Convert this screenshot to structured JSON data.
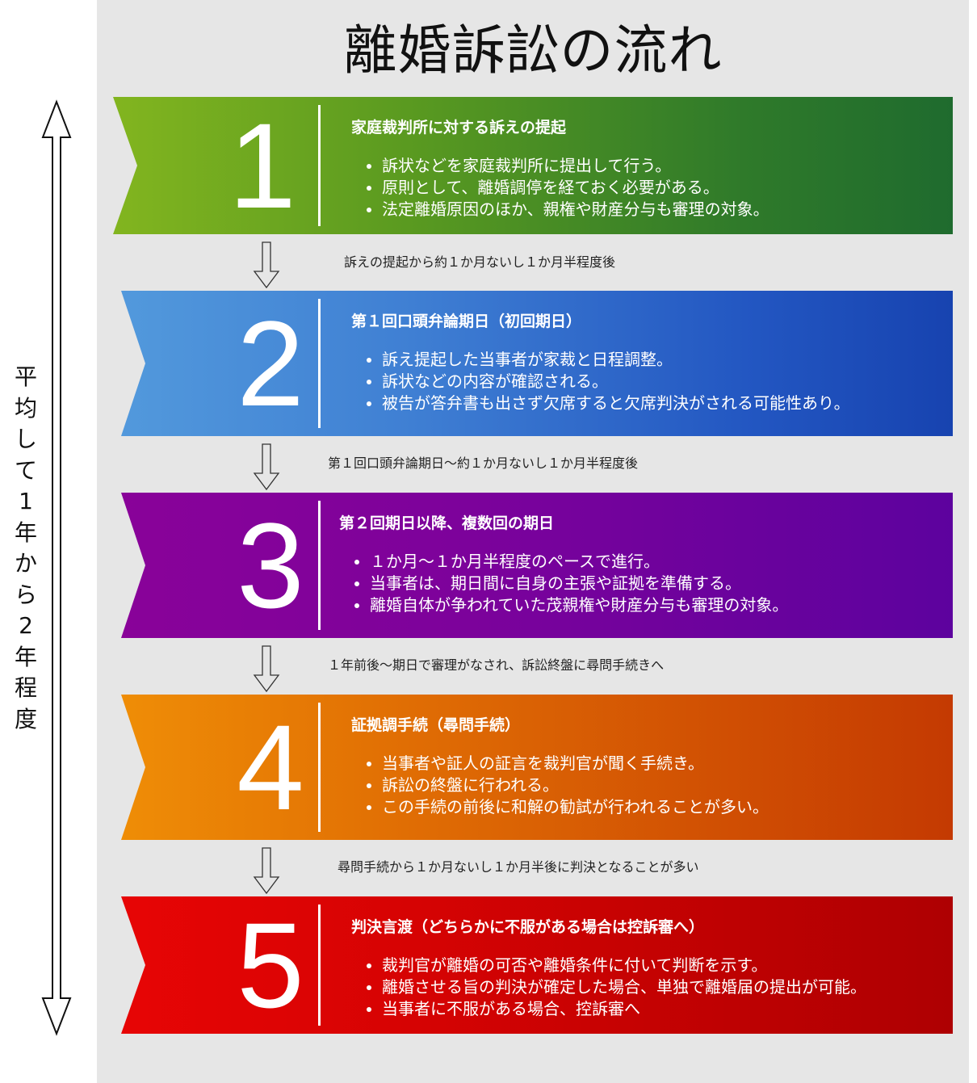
{
  "title": "離婚訴訟の流れ",
  "side_label": {
    "chars": [
      "平",
      "均",
      "し",
      "て",
      "1",
      "年",
      "か",
      "ら",
      "2",
      "年",
      "程",
      "度"
    ],
    "text": "平均して1年から2年程度",
    "icon": "double-headed-arrow-icon"
  },
  "colors": {
    "background_panel": "#e6e6e6",
    "step1": [
      "#82b51f",
      "#1f6b2e"
    ],
    "step2": [
      "#5299dc",
      "#1743b0"
    ],
    "step3": [
      "#890299",
      "#5d029e"
    ],
    "step4": [
      "#ef8d06",
      "#c43a02"
    ],
    "step5": [
      "#e70505",
      "#ae0002"
    ]
  },
  "steps": [
    {
      "number": "1",
      "heading": "家庭裁判所に対する訴えの提起",
      "bullets": [
        "訴状などを家庭裁判所に提出して行う。",
        "原則として、離婚調停を経ておく必要がある。",
        "法定離婚原因のほか、親権や財産分与も審理の対象。"
      ]
    },
    {
      "number": "2",
      "heading": "第１回口頭弁論期日（初回期日）",
      "bullets": [
        "訴え提起した当事者が家裁と日程調整。",
        "訴状などの内容が確認される。",
        "被告が答弁書も出さず欠席すると欠席判決がされる可能性あり。"
      ]
    },
    {
      "number": "3",
      "heading": "第２回期日以降、複数回の期日",
      "bullets": [
        "１か月～１か月半程度のペースで進行。",
        "当事者は、期日間に自身の主張や証拠を準備する。",
        "離婚自体が争われていた茂親権や財産分与も審理の対象。"
      ]
    },
    {
      "number": "4",
      "heading": "証拠調手続（尋問手続）",
      "bullets": [
        "当事者や証人の証言を裁判官が聞く手続き。",
        "訴訟の終盤に行われる。",
        "この手続の前後に和解の勧試が行われることが多い。"
      ]
    },
    {
      "number": "5",
      "heading": "判決言渡（どちらかに不服がある場合は控訴審へ）",
      "bullets": [
        "裁判官が離婚の可否や離婚条件に付いて判断を示す。",
        "離婚させる旨の判決が確定した場合、単独で離婚届の提出が可能。",
        "当事者に不服がある場合、控訴審へ"
      ]
    }
  ],
  "connectors": [
    {
      "text": "訴えの提起から約１か月ないし１か月半程度後",
      "icon": "down-arrow-icon"
    },
    {
      "text": "第１回口頭弁論期日～約１か月ないし１か月半程度後",
      "icon": "down-arrow-icon"
    },
    {
      "text": "１年前後～期日で審理がなされ、訴訟終盤に尋問手続きへ",
      "icon": "down-arrow-icon"
    },
    {
      "text": "尋問手続から１か月ないし１か月半後に判決となることが多い",
      "icon": "down-arrow-icon"
    }
  ]
}
